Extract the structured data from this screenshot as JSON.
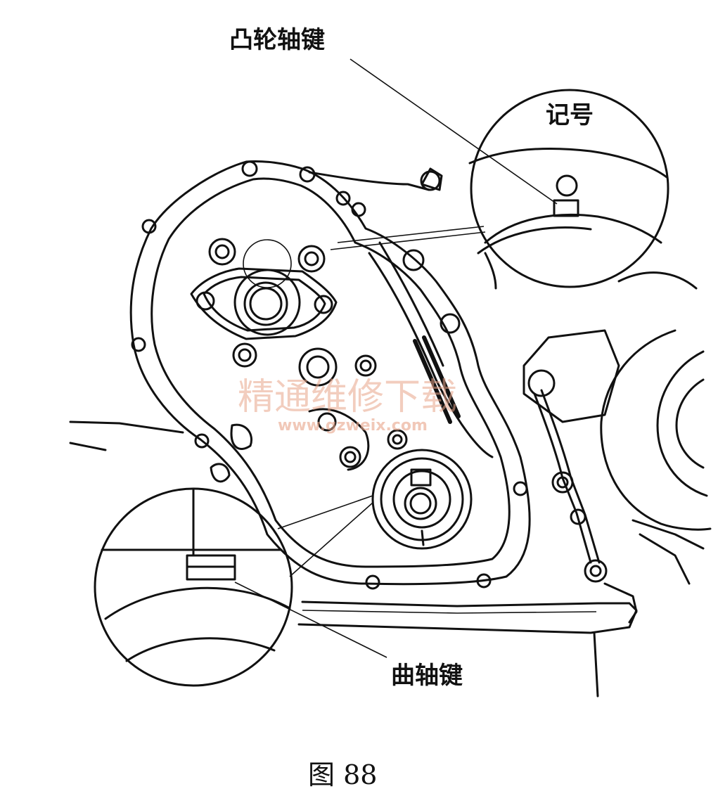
{
  "labels": {
    "camshaft_key": "凸轮轴键",
    "mark": "记号",
    "crankshaft_key": "曲轴键"
  },
  "caption": "图 88",
  "watermark": {
    "text_cn": "精通维修下载",
    "text_url": "www.gzweix.com"
  }
}
